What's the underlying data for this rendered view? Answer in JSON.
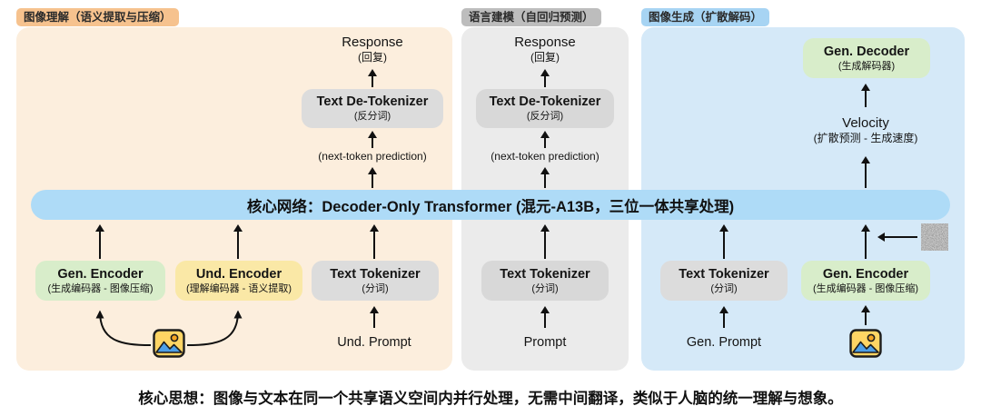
{
  "badges": {
    "understanding": "图像理解（语义提取与压缩）",
    "language": "语言建模（自回归预测）",
    "generation": "图像生成（扩散解码）"
  },
  "core_band": {
    "label": "核心网络：Decoder-Only Transformer (混元-A13B，三位一体共享处理)"
  },
  "panels": {
    "understanding": {
      "response_title": "Response",
      "response_sub": "(回复)",
      "detokenizer_title": "Text De-Tokenizer",
      "detokenizer_sub": "(反分词)",
      "next_token": "(next-token prediction)",
      "gen_encoder_title": "Gen. Encoder",
      "gen_encoder_sub": "(生成编码器 - 图像压缩)",
      "und_encoder_title": "Und. Encoder",
      "und_encoder_sub": "(理解编码器 - 语义提取)",
      "tokenizer_title": "Text Tokenizer",
      "tokenizer_sub": "(分词)",
      "prompt": "Und. Prompt"
    },
    "language": {
      "response_title": "Response",
      "response_sub": "(回复)",
      "detokenizer_title": "Text De-Tokenizer",
      "detokenizer_sub": "(反分词)",
      "next_token": "(next-token prediction)",
      "tokenizer_title": "Text Tokenizer",
      "tokenizer_sub": "(分词)",
      "prompt": "Prompt"
    },
    "generation": {
      "gen_decoder_title": "Gen. Decoder",
      "gen_decoder_sub": "(生成解码器)",
      "velocity_title": "Velocity",
      "velocity_sub": "(扩散预测 - 生成速度)",
      "tokenizer_title": "Text Tokenizer",
      "tokenizer_sub": "(分词)",
      "gen_encoder_title": "Gen. Encoder",
      "gen_encoder_sub": "(生成编码器 - 图像压缩)",
      "prompt": "Gen. Prompt"
    }
  },
  "caption": "核心思想：图像与文本在同一个共享语义空间内并行处理，无需中间翻译，类似于人脑的统一理解与想象。",
  "colors": {
    "panel_understanding_bg": "#fceedd",
    "panel_language_bg": "#ebebeb",
    "panel_generation_bg": "#d5e9f8",
    "core_band_bg": "#aedbf7",
    "green_node": "#d8edca",
    "yellow_node": "#fae8a6",
    "gray_node": "#dcdcdc",
    "badge_orange": "#f6c28e",
    "badge_gray": "#bdbdbd",
    "badge_blue": "#a7d4f3"
  }
}
